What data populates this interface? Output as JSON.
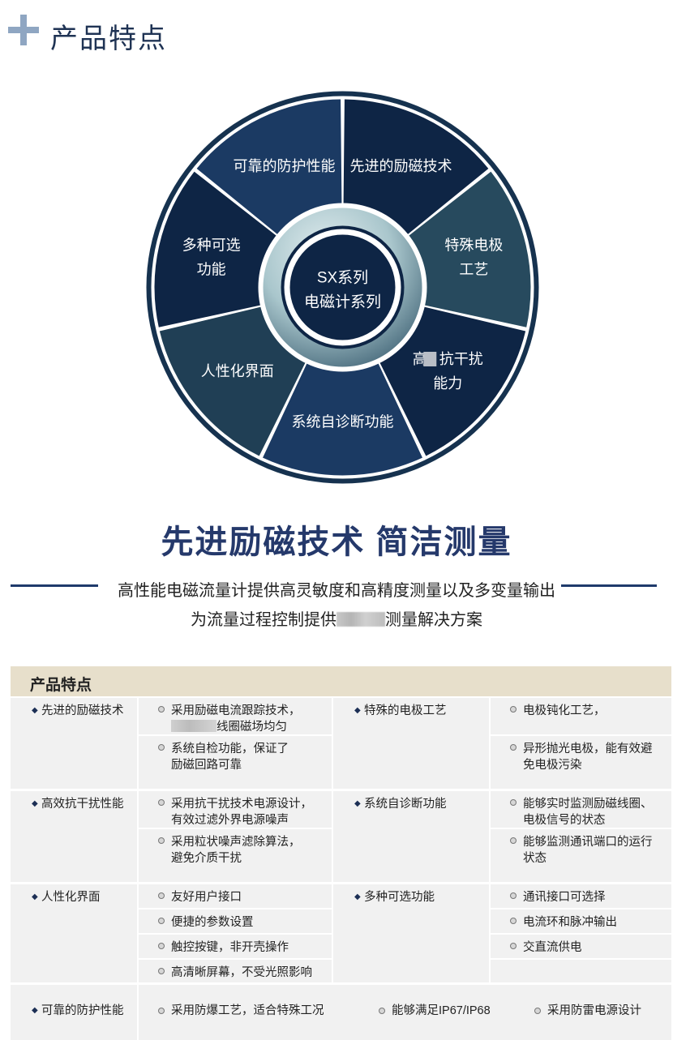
{
  "page": {
    "title": "产品特点"
  },
  "wheel": {
    "center_line1": "SX系列",
    "center_line2": "电磁计系列",
    "segments": [
      {
        "lines": [
          "先进的励磁技术"
        ],
        "color": "#0e2545"
      },
      {
        "lines": [
          "特殊电极",
          "工艺"
        ],
        "color": "#274a5e"
      },
      {
        "lines": [
          "高",
          "抗干扰",
          "能力"
        ],
        "color": "#0e2545",
        "redacted": true
      },
      {
        "lines": [
          "系统自诊断功能"
        ],
        "color": "#1b3a63"
      },
      {
        "lines": [
          "人性化界面"
        ],
        "color": "#203f55"
      },
      {
        "lines": [
          "多种可选",
          "功能"
        ],
        "color": "#0e2545"
      },
      {
        "lines": [
          "可靠的防护性能"
        ],
        "color": "#1b3a63"
      }
    ],
    "colors": {
      "outer_ring": "#16324f",
      "hub_light": "#a9c6cc",
      "hub_dark": "#0e2545"
    }
  },
  "headline": "先进励磁技术  简洁测量",
  "subline1": "高性能电磁流量计提供高灵敏度和高精度测量以及多变量输出",
  "subline2_a": "为流量过程控制提供",
  "subline2_b": "测量解决方案",
  "table": {
    "title": "产品特点",
    "rows": [
      {
        "left_feature": "先进的励磁技术",
        "left_items": [
          "采用励磁电流跟踪技术，",
          "线圈磁场均匀",
          "系统自检功能，保证了",
          "励磁回路可靠"
        ],
        "right_feature": "特殊的电极工艺",
        "right_items": [
          "电极钝化工艺，",
          "异形抛光电极，能有效避",
          "免电极污染"
        ]
      },
      {
        "left_feature": "高效抗干扰性能",
        "left_items": [
          "采用抗干扰技术电源设计，",
          "有效过滤外界电源噪声",
          "采用粒状噪声滤除算法，",
          "避免介质干扰"
        ],
        "right_feature": "系统自诊断功能",
        "right_items": [
          "能够实时监测励磁线圈、",
          "电极信号的状态",
          "能够监测通讯端口的运行",
          "状态"
        ]
      },
      {
        "left_feature": "人性化界面",
        "left_items": [
          "友好用户接口",
          "便捷的参数设置",
          "触控按键，非开壳操作",
          "高清晰屏幕，不受光照影响"
        ],
        "right_feature": "多种可选功能",
        "right_items": [
          "通讯接口可选择",
          "电流环和脉冲输出",
          "交直流供电"
        ]
      },
      {
        "left_feature": "可靠的防护性能",
        "inline_items": [
          "采用防爆工艺，适合特殊工况",
          "能够满足IP67/IP68",
          "采用防雷电源设计"
        ]
      }
    ]
  }
}
